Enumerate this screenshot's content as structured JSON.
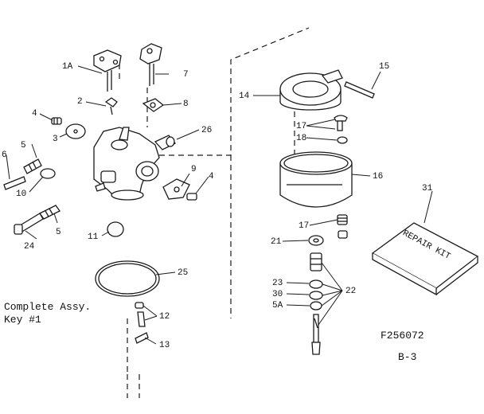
{
  "diagram": {
    "parts": [
      {
        "id": "p1A",
        "label": "1A"
      },
      {
        "id": "p2",
        "label": "2"
      },
      {
        "id": "p3",
        "label": "3"
      },
      {
        "id": "p4a",
        "label": "4"
      },
      {
        "id": "p4b",
        "label": "4"
      },
      {
        "id": "p5a",
        "label": "5"
      },
      {
        "id": "p5b",
        "label": "5"
      },
      {
        "id": "p6",
        "label": "6"
      },
      {
        "id": "p7",
        "label": "7"
      },
      {
        "id": "p8",
        "label": "8"
      },
      {
        "id": "p9",
        "label": "9"
      },
      {
        "id": "p10",
        "label": "10"
      },
      {
        "id": "p11",
        "label": "11"
      },
      {
        "id": "p12",
        "label": "12"
      },
      {
        "id": "p13",
        "label": "13"
      },
      {
        "id": "p14",
        "label": "14"
      },
      {
        "id": "p15",
        "label": "15"
      },
      {
        "id": "p16",
        "label": "16"
      },
      {
        "id": "p17a",
        "label": "17"
      },
      {
        "id": "p17b",
        "label": "17"
      },
      {
        "id": "p18",
        "label": "18"
      },
      {
        "id": "p21",
        "label": "21"
      },
      {
        "id": "p22",
        "label": "22"
      },
      {
        "id": "p23",
        "label": "23"
      },
      {
        "id": "p24",
        "label": "24"
      },
      {
        "id": "p25",
        "label": "25"
      },
      {
        "id": "p26",
        "label": "26"
      },
      {
        "id": "p30",
        "label": "30"
      },
      {
        "id": "p31",
        "label": "31"
      },
      {
        "id": "p5A",
        "label": "5A"
      }
    ],
    "repair_kit_text": "REPAIR KIT",
    "note_line1": "Complete Assy.",
    "note_line2": "Key  #1",
    "figure_number": "F256072",
    "page_code": "B-3"
  }
}
